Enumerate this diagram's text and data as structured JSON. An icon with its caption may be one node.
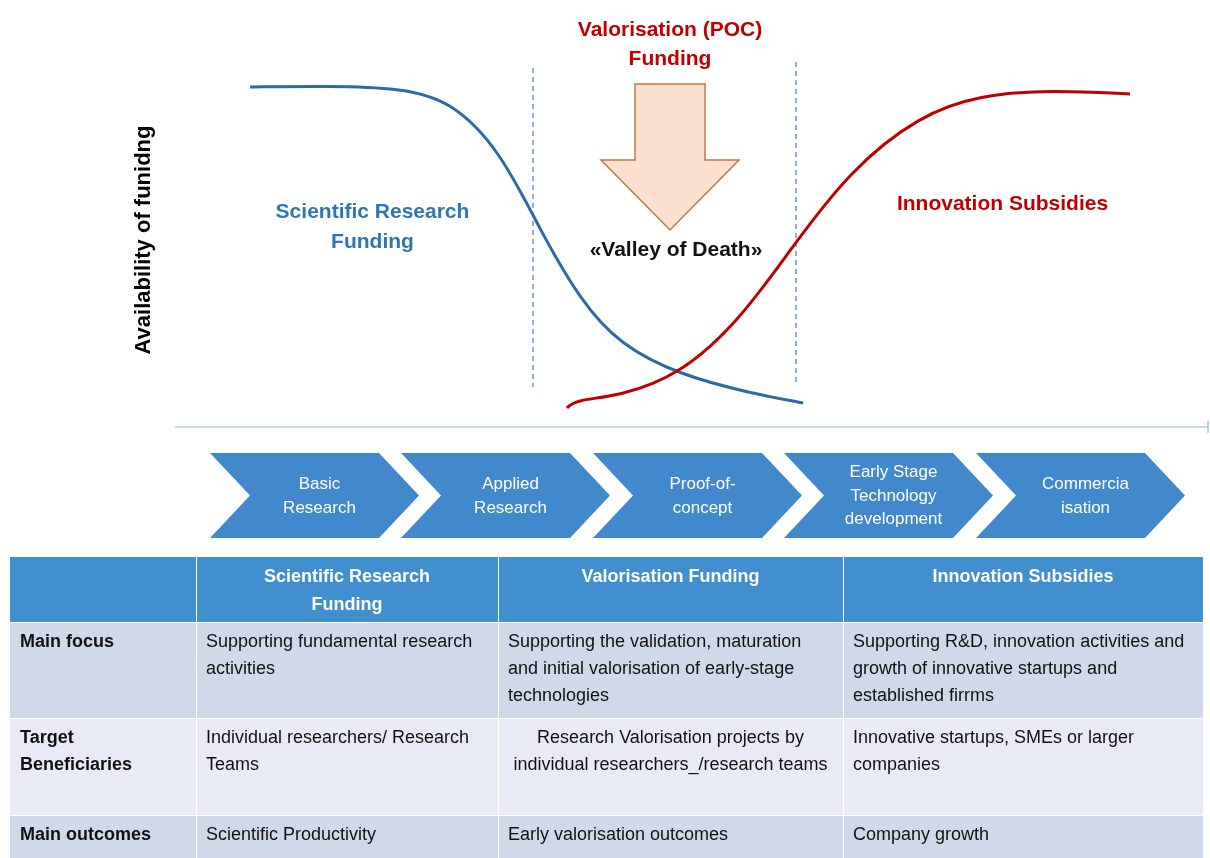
{
  "diagram": {
    "nodes": [
      {
        "text": [
          "Valorisation (POC) Funding"
        ]
      },
      {
        "text": [
          "«Valley of Death»"
        ]
      },
      {
        "text": [
          "Basic Research"
        ]
      },
      {
        "text": [
          "Applied Research"
        ]
      },
      {
        "text": [
          "Proof-of- concept"
        ]
      },
      {
        "text": [
          "Early Stage Technology development"
        ]
      },
      {
        "text": [
          "Commercia isation"
        ]
      }
    ],
    "edges": [
      {
        "from": 0,
        "to": 1,
        "arrow": "to",
        "style": "thick"
      }
    ],
    "labels": [
      "Availability of funidng",
      "Scientific Research Funding",
      "Innovation Subsidies",
      "Scientific Research Funding",
      "Valorisation Funding",
      "Innovation Subsidies",
      "Main focus",
      "Supporting fundamental research activities",
      "Supporting the validation, maturation and initial valorisation of early-stage technologies",
      "Supporting R&D, innovation activities and growth of innovative startups and established firrms",
      "Target Beneficiaries",
      "Individual researchers/ Research Teams",
      "Research Valorisation projects by individual researchers_/research teams",
      "Innovative startups, SMEs or larger companies",
      "Main outcomes",
      "Scientific Productivity",
      "Early valorisation outcomes",
      "Company growth"
    ]
  }
}
